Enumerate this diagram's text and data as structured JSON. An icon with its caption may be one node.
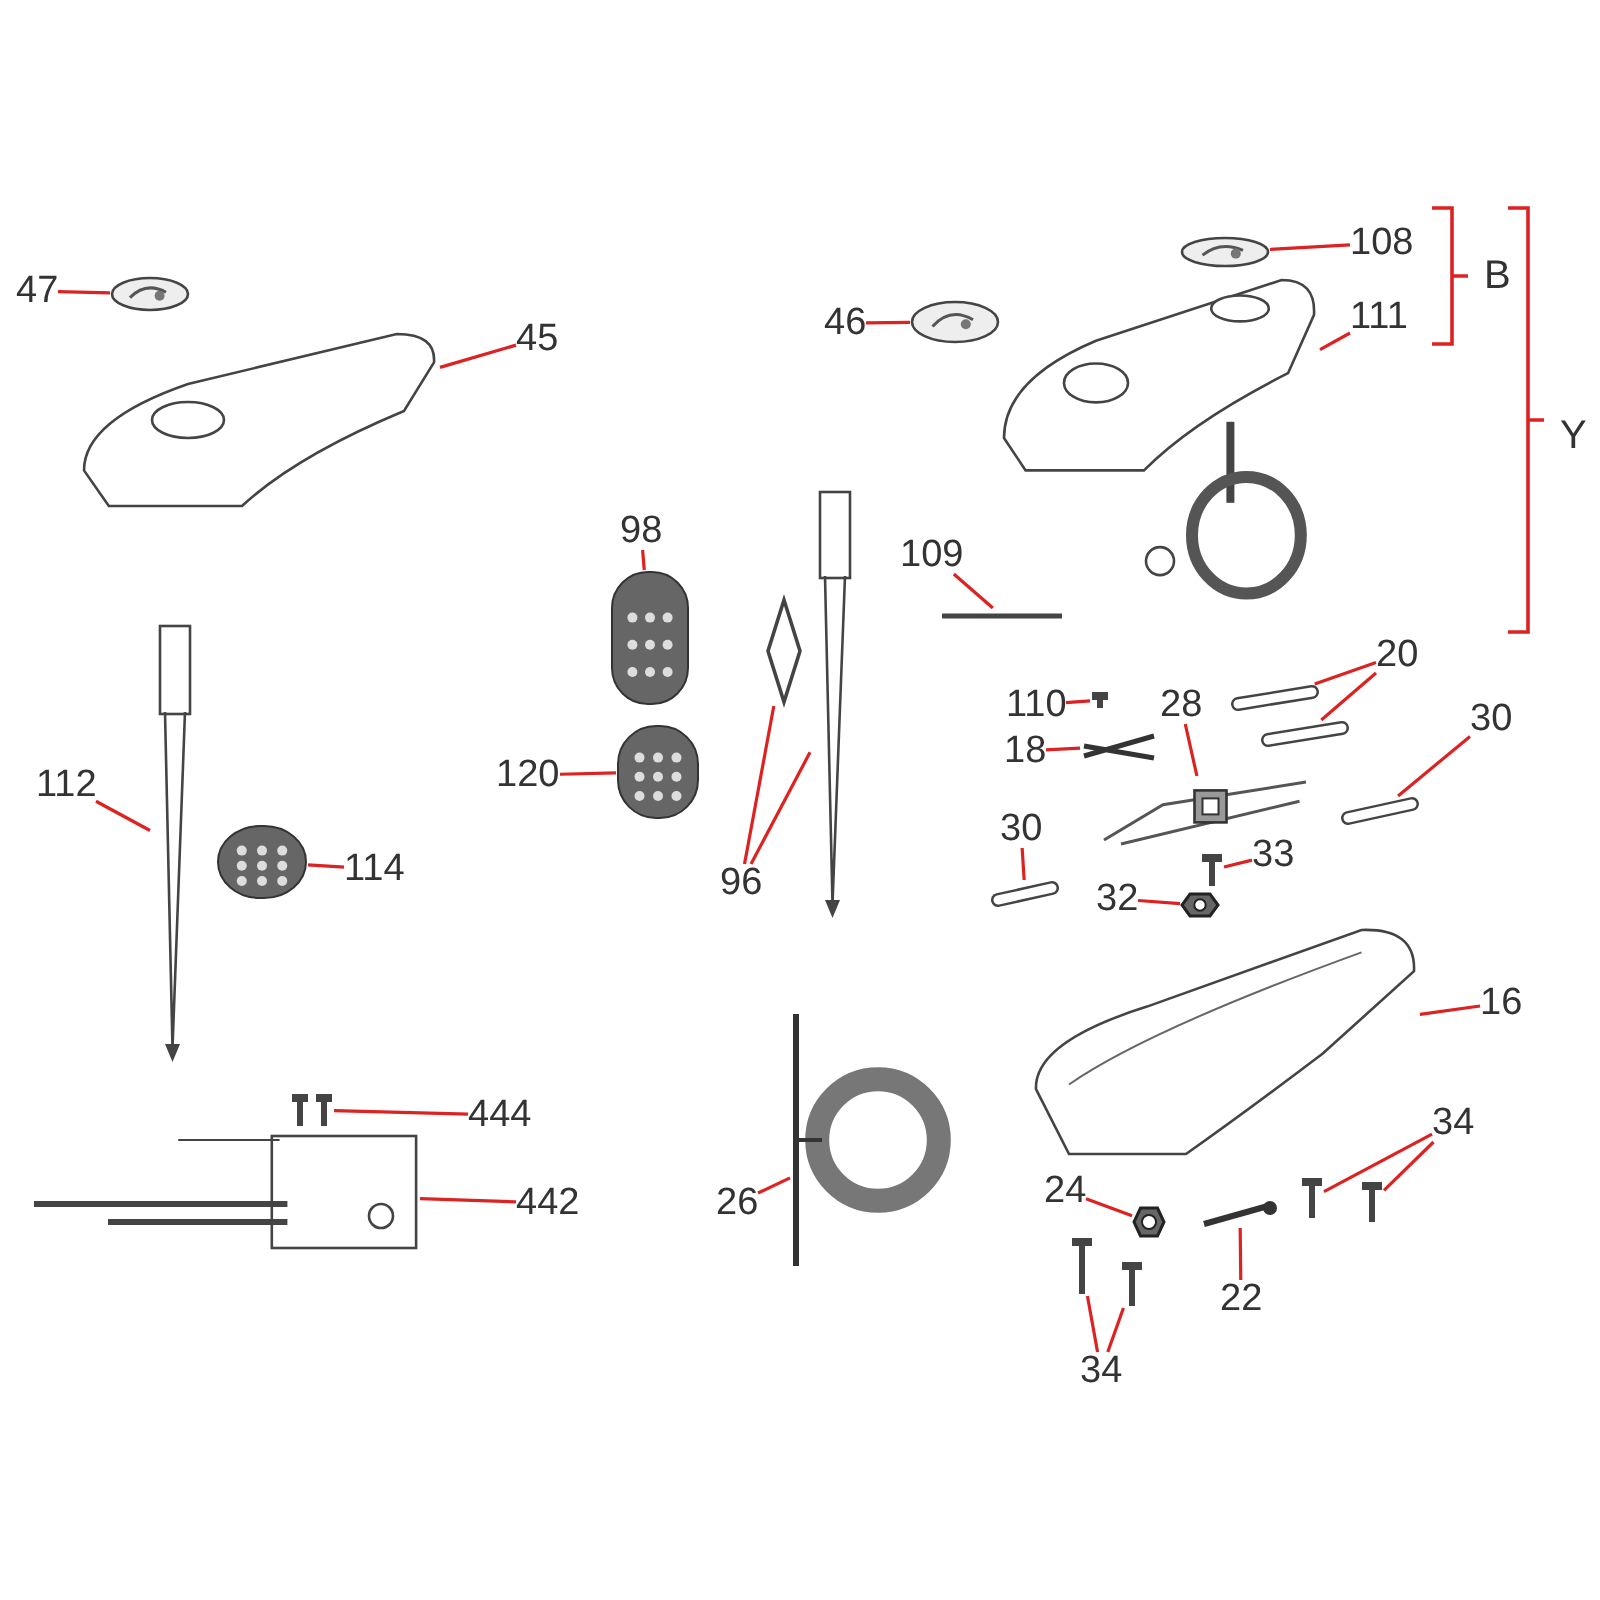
{
  "diagram": {
    "nodes": [
      {
        "text": [
          "47"
        ]
      },
      {
        "text": [
          "45"
        ]
      },
      {
        "text": [
          "108"
        ]
      },
      {
        "text": [
          "46"
        ]
      },
      {
        "text": [
          "111"
        ]
      },
      {
        "text": [
          "98"
        ]
      },
      {
        "text": [
          "109"
        ]
      },
      {
        "text": [
          "20"
        ]
      },
      {
        "text": [
          "110"
        ]
      },
      {
        "text": [
          "30"
        ]
      },
      {
        "text": [
          "28"
        ]
      },
      {
        "text": [
          "18"
        ]
      },
      {
        "text": [
          "112"
        ]
      },
      {
        "text": [
          "120"
        ]
      },
      {
        "text": [
          "114"
        ]
      },
      {
        "text": [
          "30"
        ]
      },
      {
        "text": [
          "33"
        ]
      },
      {
        "text": [
          "96"
        ]
      },
      {
        "text": [
          "32"
        ]
      },
      {
        "text": [
          "16"
        ]
      },
      {
        "text": [
          "34"
        ]
      },
      {
        "text": [
          "444"
        ]
      },
      {
        "text": [
          "442"
        ]
      },
      {
        "text": [
          "26"
        ]
      },
      {
        "text": [
          "24"
        ]
      },
      {
        "text": [
          "22"
        ]
      },
      {
        "text": [
          "34"
        ]
      },
      {
        "text": [],
        "shape": "picture"
      },
      {
        "text": [],
        "shape": "picture"
      },
      {
        "text": [],
        "shape": "picture"
      },
      {
        "text": [],
        "shape": "picture"
      },
      {
        "text": [],
        "shape": "picture"
      },
      {
        "text": [],
        "shape": "picture"
      },
      {
        "text": [],
        "shape": "picture"
      },
      {
        "text": [],
        "shape": "picture"
      },
      {
        "text": [],
        "shape": "picture"
      },
      {
        "text": [],
        "shape": "picture"
      },
      {
        "text": [],
        "shape": "picture"
      },
      {
        "text": [],
        "shape": "picture"
      },
      {
        "text": [],
        "shape": "picture"
      },
      {
        "text": [],
        "shape": "picture"
      },
      {
        "text": [],
        "shape": "picture"
      },
      {
        "text": [],
        "shape": "picture"
      },
      {
        "text": [],
        "shape": "picture"
      },
      {
        "text": [],
        "shape": "picture"
      },
      {
        "text": [],
        "shape": "picture"
      },
      {
        "text": [],
        "shape": "picture"
      },
      {
        "text": [],
        "shape": "picture"
      },
      {
        "text": [],
        "shape": "picture"
      },
      {
        "text": [],
        "shape": "picture"
      },
      {
        "text": [],
        "shape": "picture"
      },
      {
        "text": [],
        "shape": "picture"
      },
      {
        "text": [],
        "shape": "picture"
      },
      {
        "text": [],
        "shape": "picture"
      },
      {
        "text": [],
        "shape": "picture"
      },
      {
        "text": [],
        "shape": "picture"
      },
      {
        "text": [],
        "shape": "picture"
      },
      {
        "text": [],
        "shape": "picture"
      }
    ],
    "edges": [
      {
        "from": 0,
        "to": 27,
        "arrow": "none"
      },
      {
        "from": 1,
        "to": 28,
        "arrow": "none"
      },
      {
        "from": 2,
        "to": 29,
        "arrow": "none"
      },
      {
        "from": 3,
        "to": 30,
        "arrow": "none"
      },
      {
        "from": 4,
        "to": 31,
        "arrow": "none"
      },
      {
        "from": 5,
        "to": 32,
        "arrow": "none"
      },
      {
        "from": 6,
        "to": 33,
        "arrow": "none"
      },
      {
        "from": 7,
        "to": 34,
        "arrow": "none"
      },
      {
        "from": 7,
        "to": 35,
        "arrow": "none"
      },
      {
        "from": 8,
        "to": 36,
        "arrow": "none"
      },
      {
        "from": 9,
        "to": 37,
        "arrow": "none"
      },
      {
        "from": 10,
        "to": 38,
        "arrow": "none"
      },
      {
        "from": 11,
        "to": 39,
        "arrow": "none"
      },
      {
        "from": 12,
        "to": 40,
        "arrow": "none"
      },
      {
        "from": 13,
        "to": 41,
        "arrow": "none"
      },
      {
        "from": 14,
        "to": 42,
        "arrow": "none"
      },
      {
        "from": 15,
        "to": 43,
        "arrow": "none"
      },
      {
        "from": 16,
        "to": 44,
        "arrow": "none"
      },
      {
        "from": 17,
        "to": 45,
        "arrow": "none"
      },
      {
        "from": 17,
        "to": 46,
        "arrow": "none"
      },
      {
        "from": 18,
        "to": 47,
        "arrow": "none"
      },
      {
        "from": 19,
        "to": 48,
        "arrow": "none"
      },
      {
        "from": 20,
        "to": 49,
        "arrow": "none"
      },
      {
        "from": 20,
        "to": 50,
        "arrow": "none"
      },
      {
        "from": 21,
        "to": 51,
        "arrow": "none"
      },
      {
        "from": 22,
        "to": 52,
        "arrow": "none"
      },
      {
        "from": 23,
        "to": 53,
        "arrow": "none"
      },
      {
        "from": 24,
        "to": 54,
        "arrow": "none"
      },
      {
        "from": 25,
        "to": 55,
        "arrow": "none"
      },
      {
        "from": 26,
        "to": 56,
        "arrow": "none"
      },
      {
        "from": 26,
        "to": 57,
        "arrow": "none"
      }
    ],
    "labels": [
      "B",
      "Y"
    ]
  }
}
